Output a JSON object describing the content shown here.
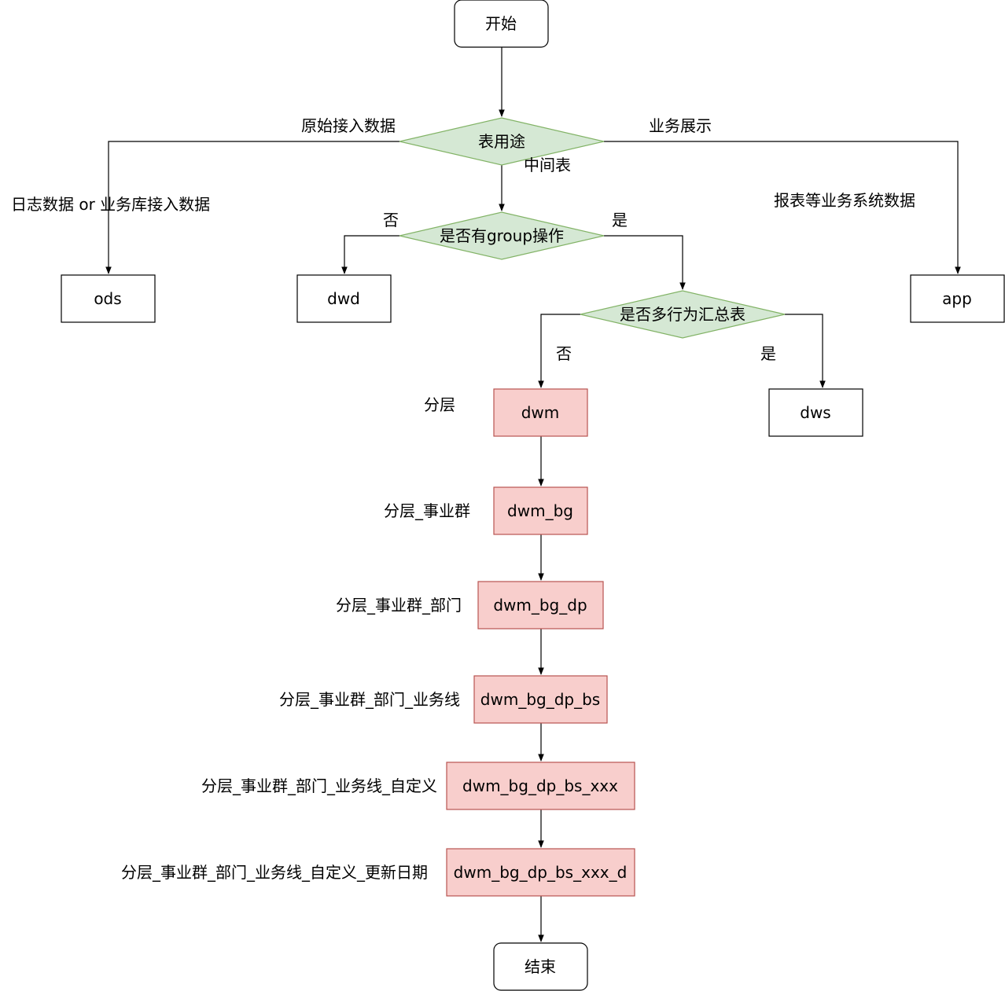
{
  "nodes": {
    "start": "开始",
    "decision_usage": "表用途",
    "decision_group": "是否有group操作",
    "decision_multi": "是否多行为汇总表",
    "ods": "ods",
    "dwd": "dwd",
    "app": "app",
    "dws": "dws",
    "dwm": "dwm",
    "dwm_bg": "dwm_bg",
    "dwm_bg_dp": "dwm_bg_dp",
    "dwm_bg_dp_bs": "dwm_bg_dp_bs",
    "dwm_bg_dp_bs_xxx": "dwm_bg_dp_bs_xxx",
    "dwm_bg_dp_bs_xxx_d": "dwm_bg_dp_bs_xxx_d",
    "end": "结束"
  },
  "edge_labels": {
    "raw_ingest": "原始接入数据",
    "biz_display": "业务展示",
    "middle_table": "中间表",
    "log_data": "日志数据 or 业务库接入数据",
    "report_data": "报表等业务系统数据",
    "group_no": "否",
    "group_yes": "是",
    "multi_no": "否",
    "multi_yes": "是"
  },
  "side_labels": {
    "dwm": "分层",
    "dwm_bg": "分层_事业群",
    "dwm_bg_dp": "分层_事业群_部门",
    "dwm_bg_dp_bs": "分层_事业群_部门_业务线",
    "dwm_bg_dp_bs_xxx": "分层_事业群_部门_业务线_自定义",
    "dwm_bg_dp_bs_xxx_d": "分层_事业群_部门_业务线_自定义_更新日期"
  },
  "colors": {
    "decision_fill": "#d5e8d4",
    "decision_stroke": "#82b366",
    "dwm_fill": "#f8cecc",
    "dwm_stroke": "#b85450",
    "line": "#000000"
  }
}
